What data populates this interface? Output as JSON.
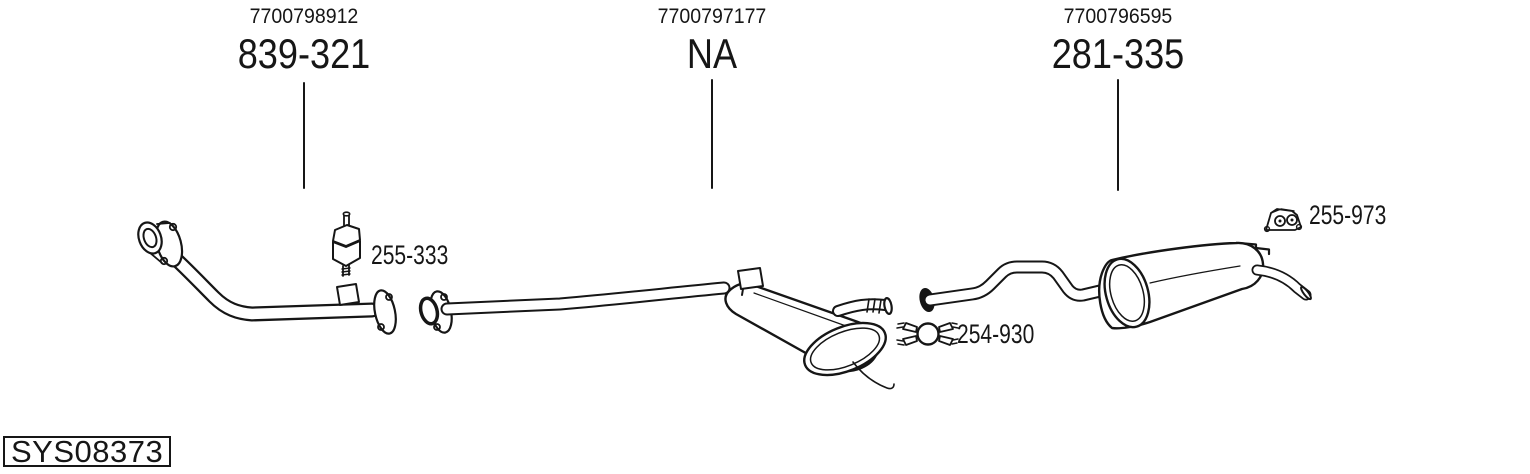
{
  "page": {
    "background": "#ffffff",
    "ink": "#161616"
  },
  "diagram_code": {
    "label": "SYS08373"
  },
  "sections": [
    {
      "ref_number": "7700798912",
      "part_code": "839-321"
    },
    {
      "ref_number": "7700797177",
      "part_code": "NA"
    },
    {
      "ref_number": "7700796595",
      "part_code": "281-335"
    }
  ],
  "mounting_parts": [
    {
      "part_code": "255-333",
      "icon": "rubber-mount-icon"
    },
    {
      "part_code": "254-930",
      "icon": "pipe-clamp-icon"
    },
    {
      "part_code": "255-973",
      "icon": "rubber-mount-icon"
    }
  ]
}
